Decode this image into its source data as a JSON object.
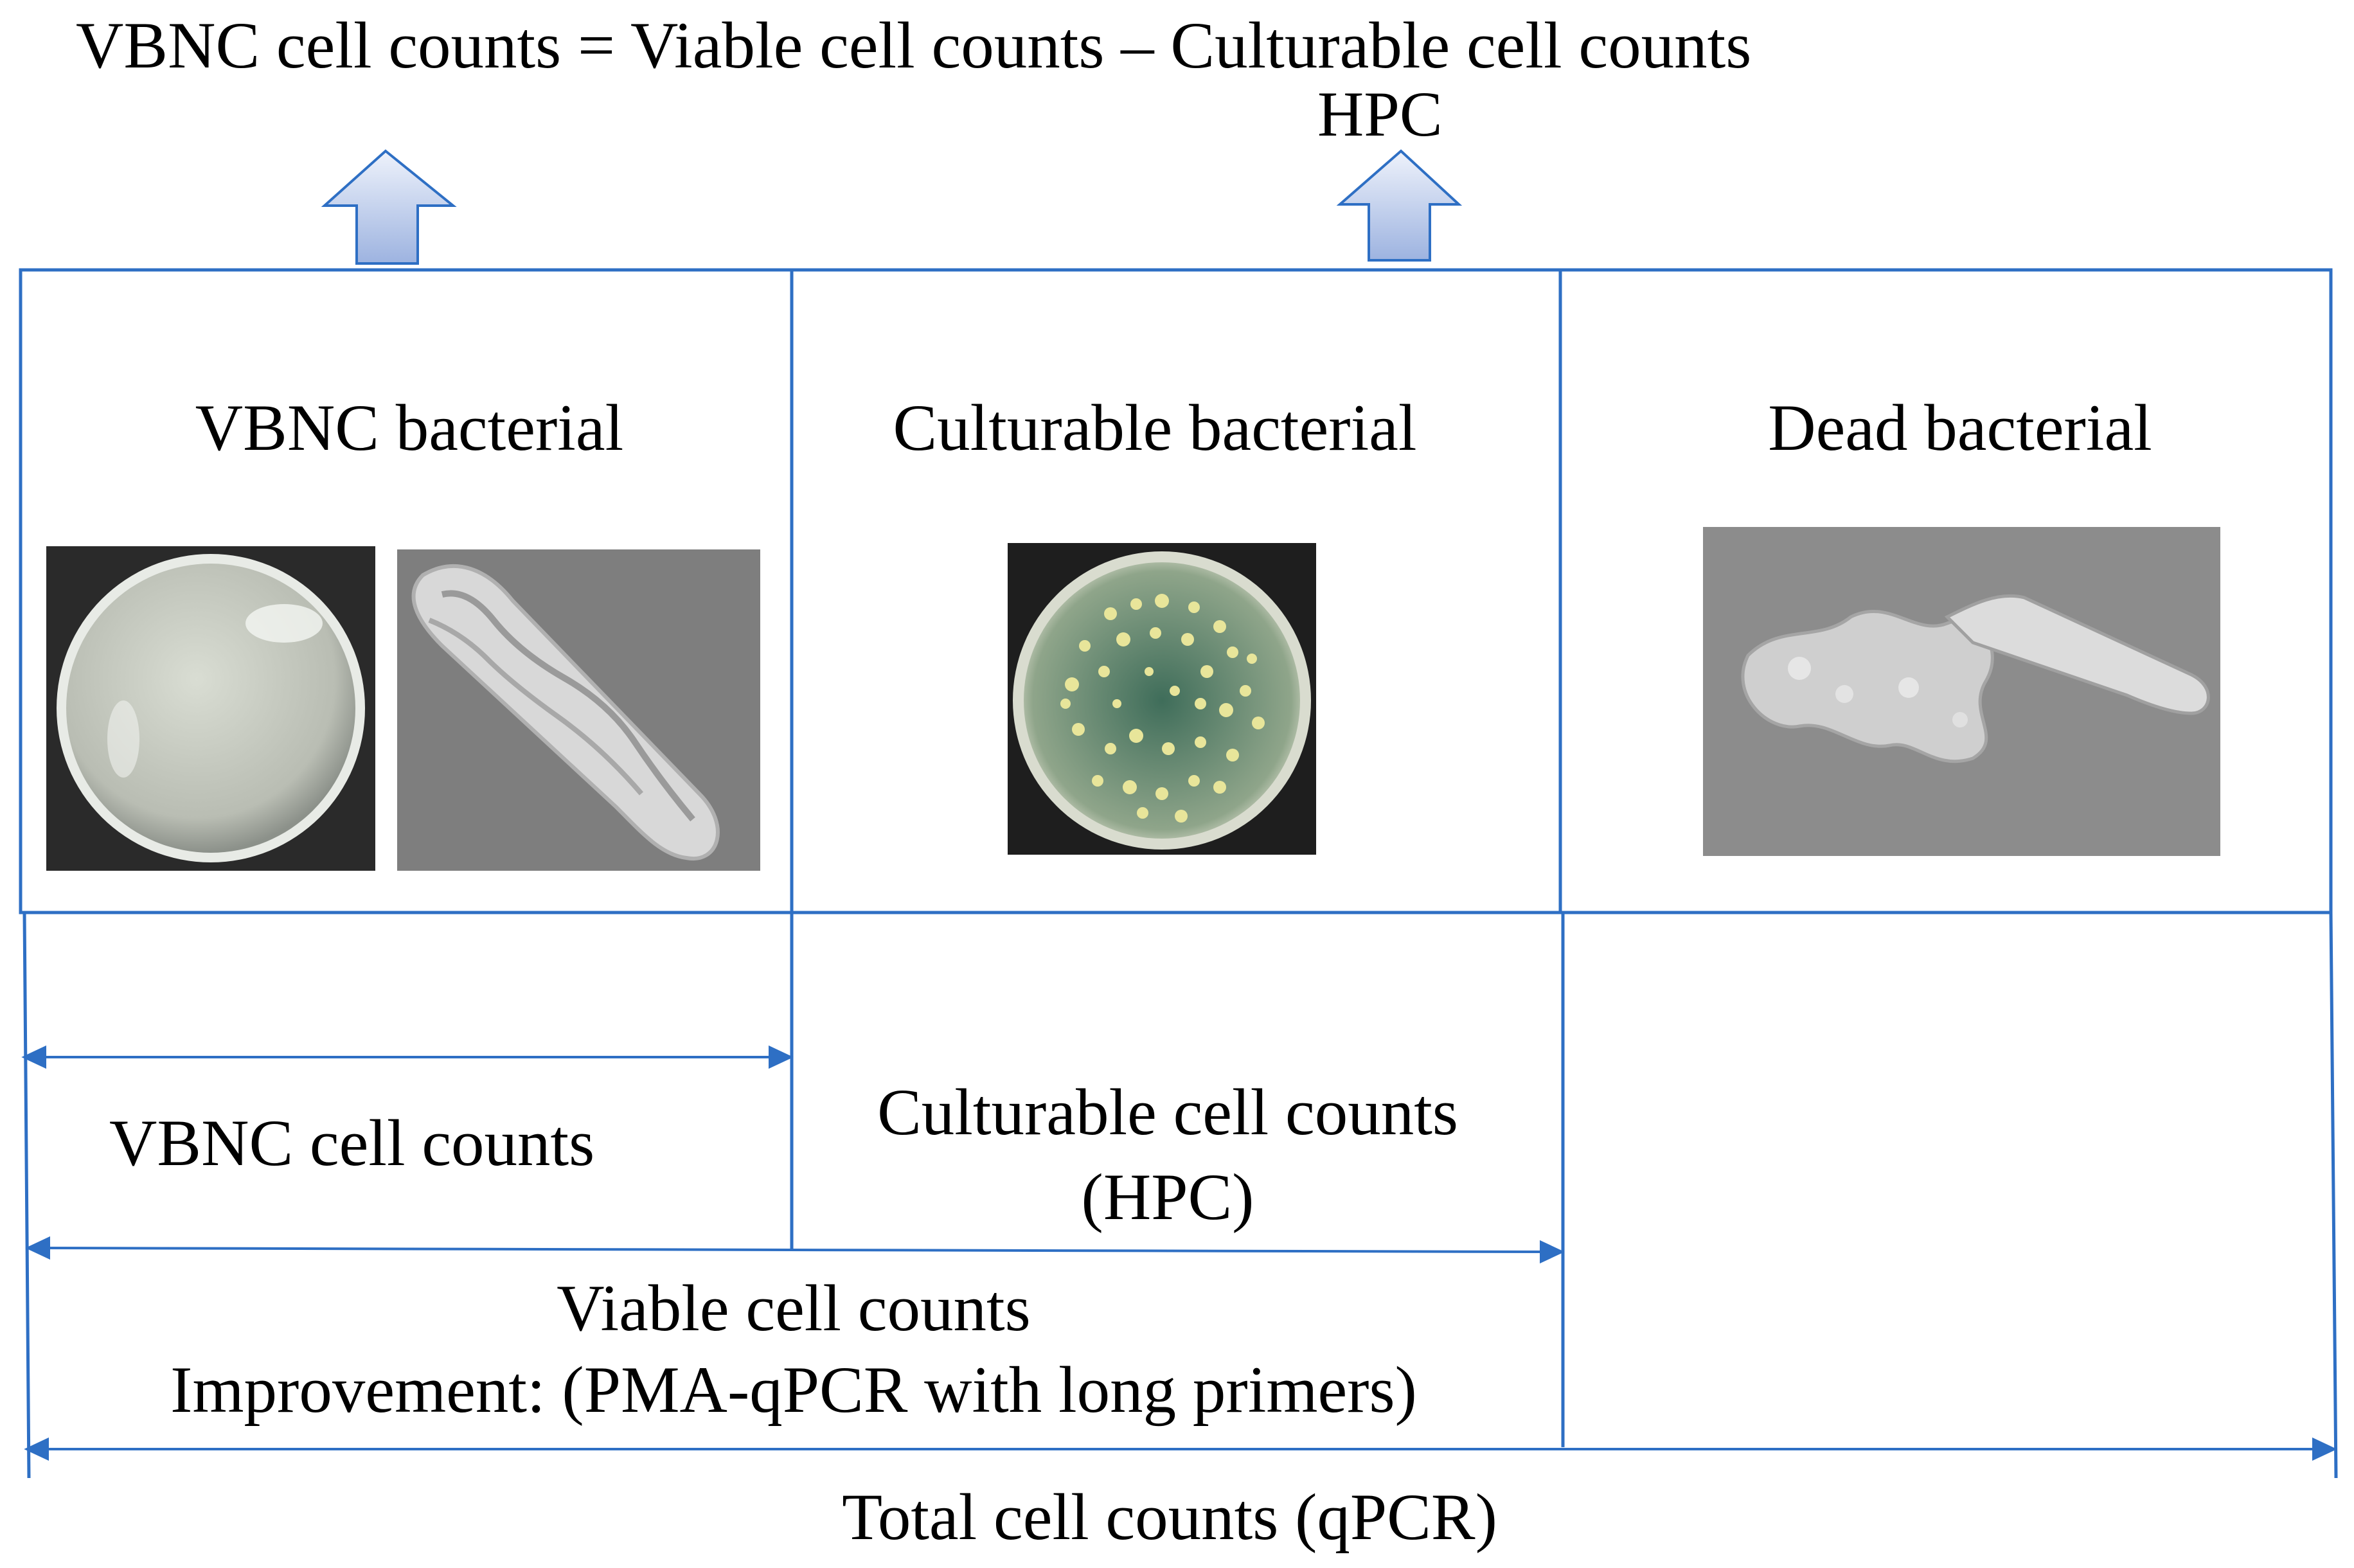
{
  "equation": {
    "line": "VBNC cell counts = Viable cell counts – Culturable cell counts",
    "hpc_note": "HPC"
  },
  "panels": [
    {
      "title": "VBNC bacterial"
    },
    {
      "title": "Culturable bacterial"
    },
    {
      "title": "Dead bacterial"
    }
  ],
  "counts": {
    "vbnc": "VBNC cell counts",
    "culturable_line1": "Culturable cell counts",
    "culturable_line2": "(HPC)",
    "viable_line1": "Viable cell counts",
    "viable_line2": "Improvement: (PMA-qPCR with long primers)",
    "total": "Total cell counts (qPCR)"
  },
  "colors": {
    "line": "#2E6FC4",
    "arrow_fill_top": "#EEF2FB",
    "arrow_fill_bottom": "#9DB3E0",
    "agar": "#C9CDC4",
    "colony": "#E8E59A",
    "sem_bg": "#7A7A7A"
  }
}
